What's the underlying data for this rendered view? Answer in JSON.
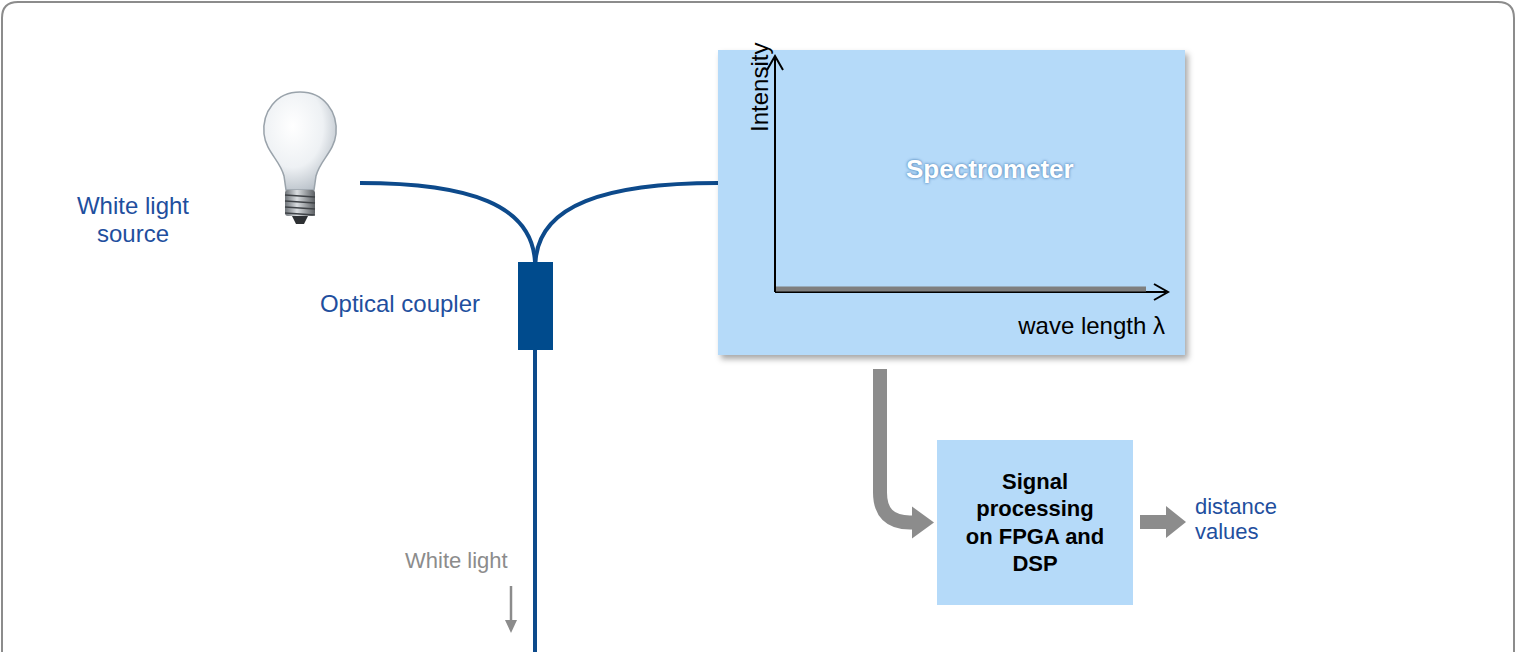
{
  "diagram": {
    "nodes": [
      {
        "text": [
          "Optical coupler"
        ]
      },
      {
        "text": [
          "Intensity",
          "Spectrometer",
          "wave length λ"
        ]
      },
      {
        "text": [
          "Signal processing on FPGA and DSP"
        ]
      }
    ],
    "edges": [
      {
        "from": 0,
        "to": 1,
        "arrow": "none"
      },
      {
        "from": 1,
        "to": 2,
        "arrow": "to"
      }
    ],
    "labels": [
      "White light source",
      "White light",
      "distance values"
    ]
  }
}
